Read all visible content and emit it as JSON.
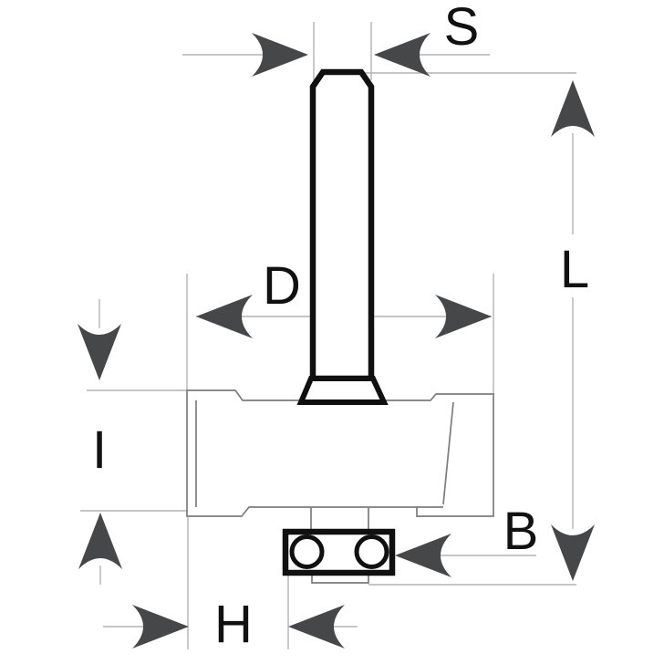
{
  "diagram": {
    "name": "rabbeting-router-bit-dimension-diagram",
    "labels": {
      "s": "S",
      "l": "L",
      "d": "D",
      "i": "I",
      "b": "B",
      "h": "H"
    },
    "colors": {
      "dimension_line": "#b3b3b3",
      "body_line": "#7c7c7c",
      "solid_line": "#101010",
      "arrow": "#454749",
      "label_text": "#111111",
      "background": "#ffffff"
    }
  }
}
